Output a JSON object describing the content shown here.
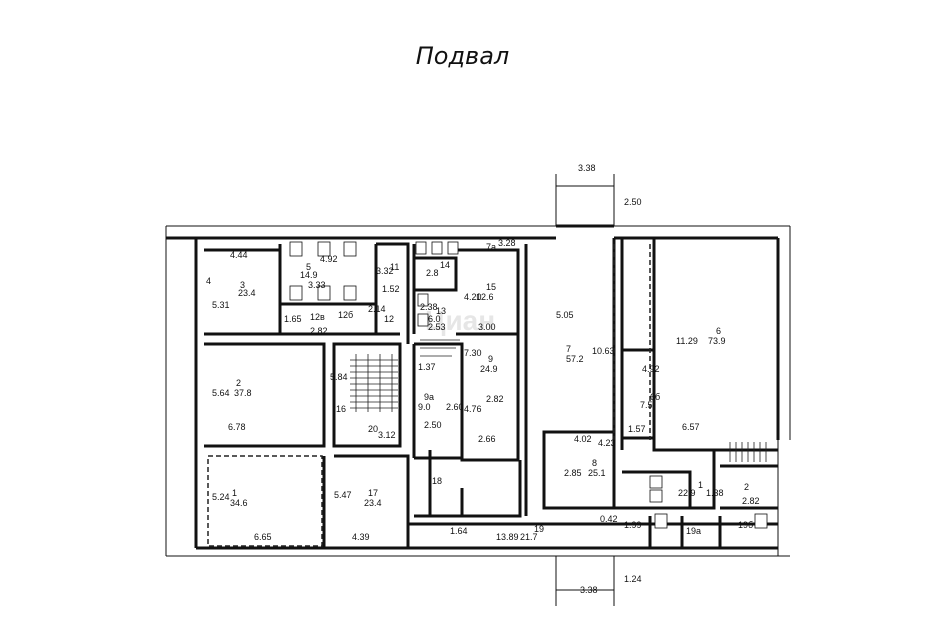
{
  "title": "Подвал",
  "watermark": "Циан",
  "outer_dims": {
    "top_3_38": "3.38",
    "top_2_50": "2.50",
    "bottom_3_38": "3.38",
    "bottom_1_24": "1.24"
  },
  "rooms": {
    "r1": {
      "num": "1",
      "area": "34.6",
      "d1": "5.24",
      "d2": "6.65"
    },
    "r2": {
      "num": "2",
      "area": "37.8",
      "d1": "5.64",
      "d2": "6.78"
    },
    "r3": {
      "num": "3",
      "area": "23.4",
      "d1": "4.44",
      "d2": "5.31"
    },
    "r4": {
      "num": "4"
    },
    "r5": {
      "num": "5",
      "area": "14.9",
      "d1": "4.92",
      "d2": "3.33"
    },
    "r6": {
      "num": "6",
      "area": "73.9",
      "d1": "11.29",
      "d2": "6.57"
    },
    "r7": {
      "num": "7",
      "area": "57.2",
      "d1": "5.05",
      "d2": "10.63"
    },
    "r7a": {
      "num": "7а",
      "d1": "3.28"
    },
    "r8": {
      "num": "8",
      "area": "25.1",
      "d1": "4.02",
      "d2": "4.23",
      "d3": "2.85"
    },
    "r9": {
      "num": "9",
      "area": "24.9",
      "d1": "7.30",
      "d2": "2.82",
      "d3": "4.76",
      "d4": "2.66",
      "d5": "2.60"
    },
    "r9a": {
      "num": "9а",
      "area": "9.0",
      "d1": "2.50",
      "d2": "1.37"
    },
    "r11": {
      "num": "11",
      "d1": "3.32",
      "d2": "1.52"
    },
    "r12": {
      "num": "12",
      "d1": "2.14"
    },
    "r12v": {
      "num": "12в",
      "d1": "1.65",
      "d2": "2.82"
    },
    "r12b": {
      "num": "12б"
    },
    "r13": {
      "num": "13",
      "area": "6.0",
      "d1": "2.38",
      "d2": "2.53"
    },
    "r14": {
      "num": "14",
      "area": "2.8"
    },
    "r15": {
      "num": "15",
      "area": "12.6",
      "d1": "4.20",
      "d2": "3.00"
    },
    "r16": {
      "num": "16",
      "d1": "5.84"
    },
    "r17": {
      "num": "17",
      "area": "23.4",
      "d1": "5.47",
      "d2": "4.39"
    },
    "r18": {
      "num": "18"
    },
    "r19": {
      "num": "19",
      "area": "21.7",
      "d1": "1.64",
      "d2": "13.89",
      "d3": "0.42",
      "d4": "1.99"
    },
    "r19a": {
      "num": "19а"
    },
    "r19b": {
      "num": "19б"
    },
    "r20": {
      "num": "20",
      "d1": "3.12"
    },
    "r21": {
      "num": "1",
      "area": "22.9",
      "d1": "1.38"
    },
    "r22": {
      "num": "2",
      "d1": "2.82"
    },
    "r6a": {
      "num": "6б",
      "area": "7.5",
      "d1": "4.92",
      "d2": "1.57"
    }
  }
}
